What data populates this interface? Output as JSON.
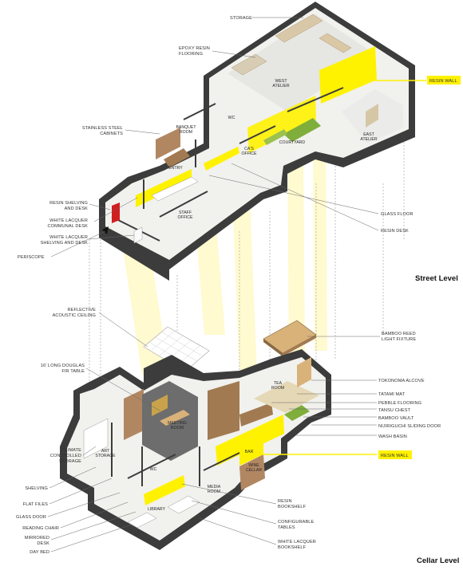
{
  "levels": {
    "street": "Street Level",
    "cellar": "Cellar Level"
  },
  "callouts_street_left": [
    {
      "id": "stainless",
      "lines": [
        "STAINLESS STEEL",
        "CABINETS"
      ]
    },
    {
      "id": "resin-shelving",
      "lines": [
        "RESIN SHELVING",
        "AND DESK"
      ]
    },
    {
      "id": "white-communal",
      "lines": [
        "WHITE LACQUER",
        "COMMUNAL DESK"
      ]
    },
    {
      "id": "white-shelving",
      "lines": [
        "WHITE LACQUER",
        "SHELVING AND DESK"
      ]
    },
    {
      "id": "periscope",
      "lines": [
        "PERISCOPE"
      ]
    }
  ],
  "callouts_street_top": [
    {
      "id": "storage",
      "lines": [
        "STORAGE"
      ]
    },
    {
      "id": "epoxy",
      "lines": [
        "EPOXY RESIN",
        "FLOORING"
      ]
    }
  ],
  "callouts_street_right": [
    {
      "id": "glass-floor",
      "lines": [
        "GLASS FLOOR"
      ]
    },
    {
      "id": "resin-desk",
      "lines": [
        "RESIN DESK"
      ]
    }
  ],
  "resin_wall_label": "RESIN WALL",
  "callouts_mid_left": [
    {
      "id": "reflective",
      "lines": [
        "REFLECTIVE",
        "ACOUSTIC CEILING"
      ]
    },
    {
      "id": "douglas",
      "lines": [
        "16' LONG DOUGLAS",
        "FIR TABLE"
      ]
    }
  ],
  "callouts_mid_right": [
    {
      "id": "bamboo-reed",
      "lines": [
        "BAMBOO REED",
        "LIGHT FIXTURE"
      ]
    }
  ],
  "callouts_cellar_right": [
    {
      "id": "tokonoma",
      "lines": [
        "TOKONOMA ALCOVE"
      ]
    },
    {
      "id": "tatami",
      "lines": [
        "TATAMI MAT"
      ]
    },
    {
      "id": "pebble",
      "lines": [
        "PEBBLE FLOORING"
      ]
    },
    {
      "id": "tansu",
      "lines": [
        "TANSU CHEST"
      ]
    },
    {
      "id": "bamboo-vault",
      "lines": [
        "BAMBOO VAULT"
      ]
    },
    {
      "id": "nijiriguchi",
      "lines": [
        "NIJIRIGUCHI SLIDING DOOR"
      ]
    },
    {
      "id": "wash",
      "lines": [
        "WASH BASIN"
      ]
    },
    {
      "id": "resin-bookshelf",
      "lines": [
        "RESIN",
        "BOOKSHELF"
      ]
    },
    {
      "id": "configurable",
      "lines": [
        "CONFIGURABLE",
        "TABLES"
      ]
    },
    {
      "id": "white-bookshelf",
      "lines": [
        "WHITE LACQUER",
        "BOOKSHELF"
      ]
    }
  ],
  "callouts_cellar_left": [
    {
      "id": "climate",
      "lines": [
        "CLIMATE",
        "CONTROLLED",
        "STORAGE"
      ]
    },
    {
      "id": "shelving",
      "lines": [
        "SHELVING"
      ]
    },
    {
      "id": "flat-files",
      "lines": [
        "FLAT FILES"
      ]
    },
    {
      "id": "glass-door",
      "lines": [
        "GLASS DOOR"
      ]
    },
    {
      "id": "reading-chair",
      "lines": [
        "READING CHAIR"
      ]
    },
    {
      "id": "mirrored",
      "lines": [
        "MIRRORED",
        "DESK"
      ]
    },
    {
      "id": "day-bed",
      "lines": [
        "DAY BED"
      ]
    }
  ],
  "rooms_street": [
    {
      "id": "west-atelier",
      "lines": [
        "WEST",
        "ATELIER"
      ]
    },
    {
      "id": "east-atelier",
      "lines": [
        "EAST",
        "ATELIER"
      ]
    },
    {
      "id": "courtyard",
      "lines": [
        "COURTYARD"
      ]
    },
    {
      "id": "cas-office",
      "lines": [
        "CA'S",
        "OFFICE"
      ]
    },
    {
      "id": "banquet-room",
      "lines": [
        "BANQUET",
        "ROOM"
      ]
    },
    {
      "id": "wc-street",
      "lines": [
        "WC"
      ]
    },
    {
      "id": "entry",
      "lines": [
        "ENTRY"
      ]
    },
    {
      "id": "staff-office",
      "lines": [
        "STAFF",
        "OFFICE"
      ]
    }
  ],
  "rooms_cellar": [
    {
      "id": "tea-room",
      "lines": [
        "TEA",
        "ROOM"
      ]
    },
    {
      "id": "meeting-room",
      "lines": [
        "MEETING",
        "ROOM"
      ]
    },
    {
      "id": "art-storage",
      "lines": [
        "ART",
        "STORAGE"
      ]
    },
    {
      "id": "bar",
      "lines": [
        "BAR"
      ]
    },
    {
      "id": "wine-cellar",
      "lines": [
        "WINE",
        "CELLAR"
      ]
    },
    {
      "id": "wc-cellar",
      "lines": [
        "WC"
      ]
    },
    {
      "id": "media-room",
      "lines": [
        "MEDIA",
        "ROOM"
      ]
    },
    {
      "id": "library",
      "lines": [
        "LIBRARY"
      ]
    }
  ],
  "colors": {
    "wall": "#4a4a4a",
    "wall_dark": "#2b2b2b",
    "floor": "#efefec",
    "resin_yellow": "#fff200",
    "wood": "#a27a52",
    "wood_light": "#d9b27a",
    "green": "#7fae3a",
    "red": "#d01f1f",
    "leader": "#666666",
    "beam": "#fffbd1"
  }
}
